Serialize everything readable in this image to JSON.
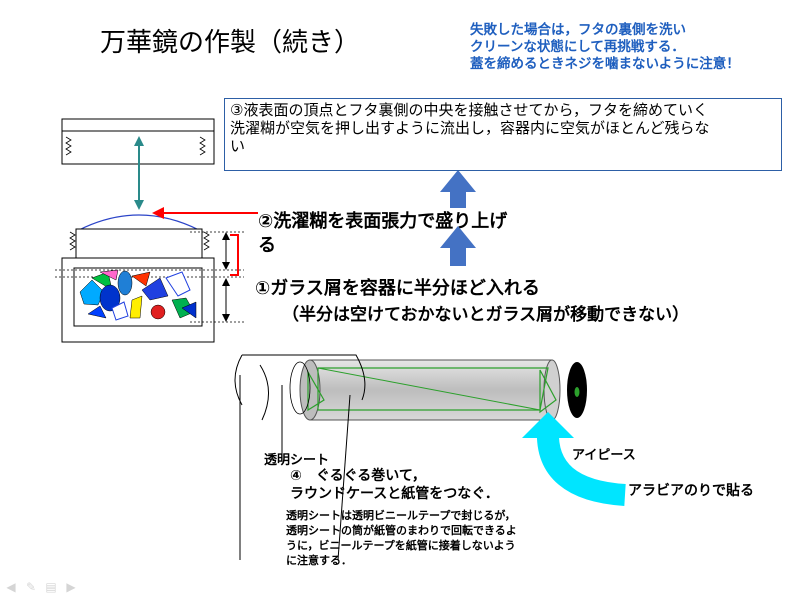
{
  "title": "万華鏡の作製（続き）",
  "note": {
    "lines": [
      "失敗した場合は，フタの裏側を洗い",
      "クリーンな状態にして再挑戦する．",
      "蓋を締めるときネジを噛まないように注意！"
    ]
  },
  "step3": {
    "lines": [
      "③液表面の頂点とフタ裏側の中央を接触させてから，フタを締めていく",
      "洗濯糊が空気を押し出すように流出し，容器内に空気がほとんど残らな",
      "い"
    ]
  },
  "step2": {
    "lines": [
      "②洗濯糊を表面張力で盛り上げ",
      "る"
    ]
  },
  "step1": {
    "line1": "①ガラス屑を容器に半分ほど入れる",
    "line2": "（半分は空けておかないとガラス屑が移動できない）"
  },
  "labels": {
    "transparent_sheet": "透明シート",
    "eyepiece": "アイピース",
    "glue": "アラビアのりで貼る"
  },
  "step4": {
    "lines": [
      "④　ぐるぐる巻いて，",
      "ラウンドケースと紙管をつなぐ．"
    ],
    "note_lines": [
      "透明シートは透明ビニールテープで封じるが，",
      "透明シートの筒が紙管のまわりで回転できるよ",
      "うに，ビニールテープを紙管に接着しないよう",
      "に注意する．"
    ]
  },
  "colors": {
    "note_text": "#1f5fbf",
    "box_border": "#2d5fa6",
    "up_arrow": "#4472c4",
    "red_arrow": "#ff0000",
    "teal_arrow": "#2a8a8a",
    "cyan_arrow": "#00e5ff",
    "tube": "#c8c8c8",
    "prism": "#2ca02c"
  },
  "icons": [
    "back-icon",
    "pen-icon",
    "menu-icon",
    "forward-icon"
  ]
}
